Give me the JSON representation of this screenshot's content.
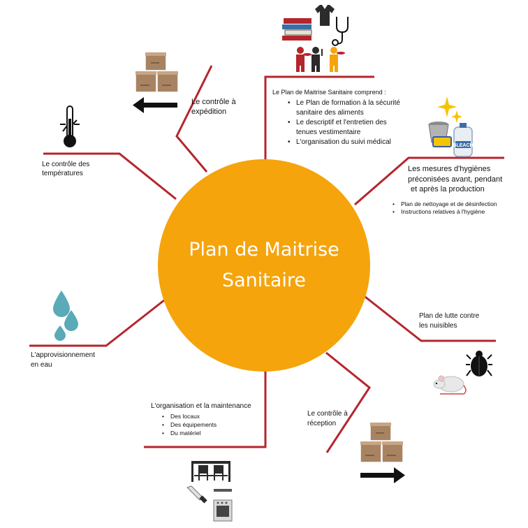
{
  "center": {
    "line1": "Plan de Maitrise",
    "line2": "Sanitaire"
  },
  "branches": {
    "expedition": {
      "line1": "Le contrôle à",
      "line2": "expédition"
    },
    "temperatures": {
      "line1": "Le contrôle des",
      "line2": "températures"
    },
    "plan": {
      "title": "Le Plan de Maitrise Sanitaire comprend :",
      "items": [
        {
          "l1": "Le Plan de formation à la sécurité",
          "l2": "sanitaire des aliments"
        },
        {
          "l1": "Le descriptif et l'entretien des",
          "l2": "tenues vestimentaire"
        },
        {
          "l1": "L'organisation du suivi médical",
          "l2": ""
        }
      ]
    },
    "hygiene": {
      "line1": "Les mesures d'hygiènes",
      "line2": "préconisées avant, pendant",
      "line3": "et après la production",
      "items": [
        "Plan de nettoyage et de désinfection",
        "Instructions relatives à l'hygiène"
      ]
    },
    "nuisibles": {
      "line1": "Plan de lutte contre",
      "line2": "les nuisibles"
    },
    "eau": {
      "line1": "L'approvisionnement",
      "line2": "en eau"
    },
    "organisation": {
      "title": "L'organisation et la maintenance",
      "items": [
        "Des locaux",
        "Des équipements",
        "Du matériel"
      ]
    },
    "reception": {
      "line1": "Le contrôle à",
      "line2": "réception"
    }
  },
  "icons": {
    "boxes_top": "boxes-icon",
    "arrow_left": "arrow-left-icon",
    "thermometer": "thermometer-icon",
    "books": "books-icon",
    "uniform": "uniform-icon",
    "stethoscope": "stethoscope-icon",
    "staff": "staff-icon",
    "cleaning": "cleaning-icon",
    "sparkle": "sparkle-icon",
    "bleach_label": "BLEACH",
    "drops": "water-drops-icon",
    "bug": "bug-icon",
    "mouse": "mouse-icon",
    "boxes_bottom": "boxes-icon",
    "arrow_right": "arrow-right-icon",
    "equipment": "kitchen-equipment-icon"
  },
  "colors": {
    "hub": "#f5a40c",
    "line": "#b5252c",
    "box": "#a88361",
    "drop": "#5aaab8",
    "text": "#111111"
  }
}
